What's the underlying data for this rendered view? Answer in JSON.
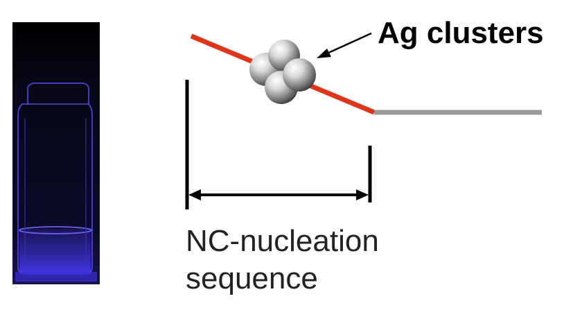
{
  "labels": {
    "clusters": "Ag clusters",
    "sequence_line1": "NC-nucleation",
    "sequence_line2": "sequence"
  },
  "colors": {
    "background": "#ffffff",
    "strand_red": "#e0341a",
    "strand_gray": "#9a9a9a",
    "bracket": "#000000",
    "vial_glow": "#5a4cff",
    "vial_dark": "#05051a"
  },
  "elements": {
    "photo": "fluorescent-vial-photo",
    "cluster": "silver-cluster-spheres"
  }
}
